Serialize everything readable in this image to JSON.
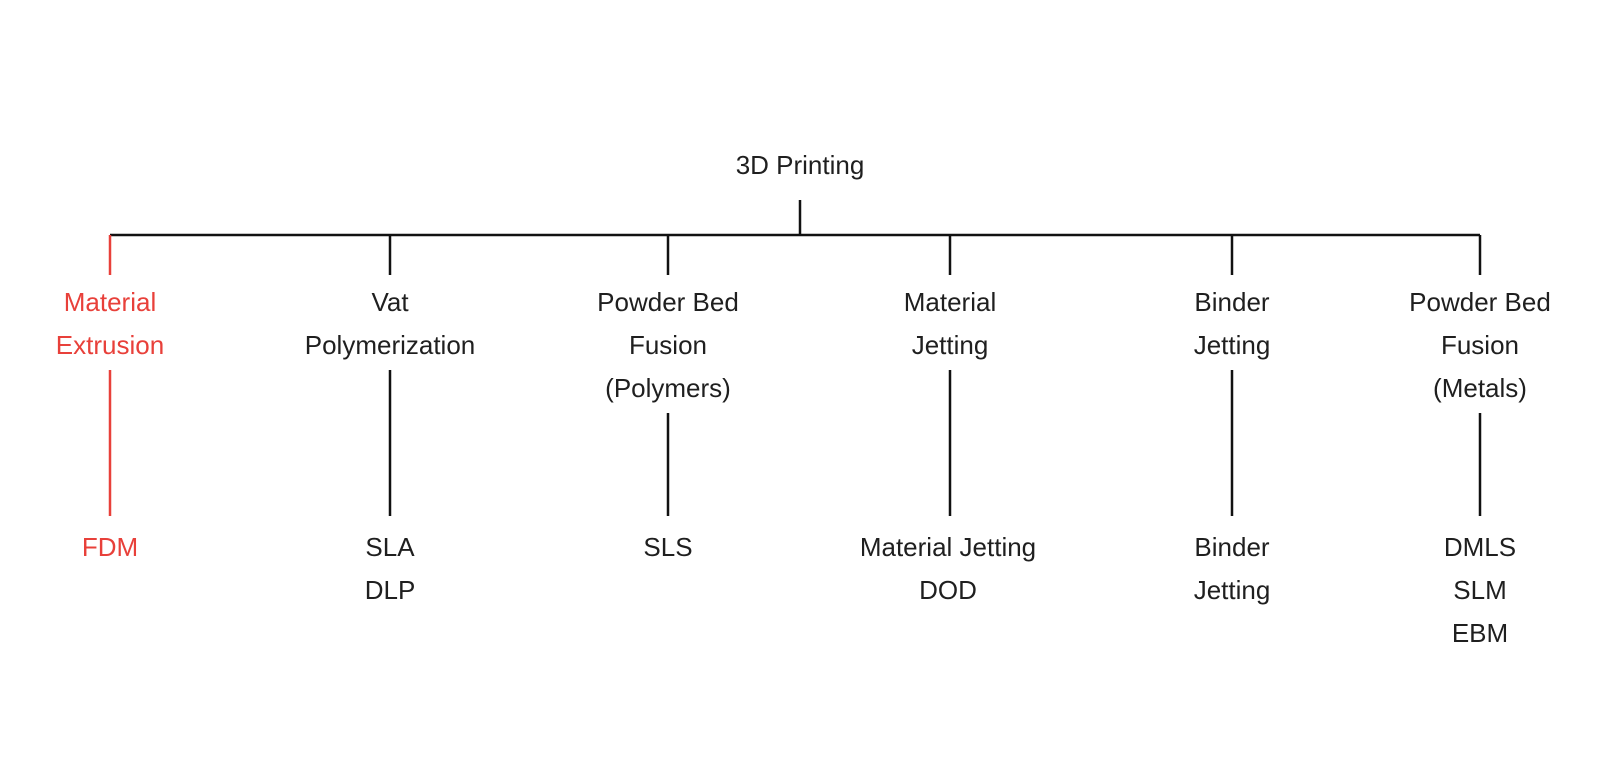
{
  "diagram": {
    "root": "3D Printing",
    "branches": [
      {
        "category": [
          "Material",
          "Extrusion"
        ],
        "technologies": [
          "FDM"
        ],
        "highlighted": true
      },
      {
        "category": [
          "Vat",
          "Polymerization"
        ],
        "technologies": [
          "SLA",
          "DLP"
        ],
        "highlighted": false
      },
      {
        "category": [
          "Powder Bed",
          "Fusion",
          "(Polymers)"
        ],
        "technologies": [
          "SLS"
        ],
        "highlighted": false
      },
      {
        "category": [
          "Material",
          "Jetting"
        ],
        "technologies": [
          "Material Jetting",
          "DOD"
        ],
        "highlighted": false
      },
      {
        "category": [
          "Binder",
          "Jetting"
        ],
        "technologies": [
          "Binder",
          "Jetting"
        ],
        "highlighted": false
      },
      {
        "category": [
          "Powder Bed",
          "Fusion",
          "(Metals)"
        ],
        "technologies": [
          "DMLS",
          "SLM",
          "EBM"
        ],
        "highlighted": false
      }
    ]
  },
  "colors": {
    "line": "#111111",
    "text": "#1f1f1f",
    "highlight": "#e8403a",
    "background": "#ffffff"
  }
}
